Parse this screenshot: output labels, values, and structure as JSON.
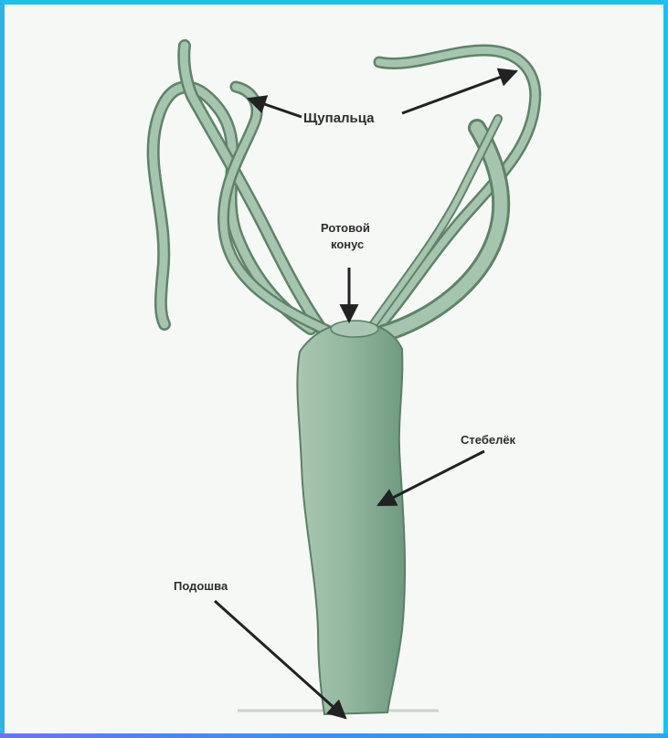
{
  "labels": {
    "tentacles": "Щупальца",
    "mouth_cone_line1": "Ротовой",
    "mouth_cone_line2": "конус",
    "stalk": "Стебелёк",
    "sole": "Подошва"
  },
  "colors": {
    "border": "#1ec0ec",
    "border_bottom": "#4a8cf0",
    "background": "#f6f8f6",
    "body_fill": "#8fb39a",
    "body_shade": "#6e9a7d",
    "outline": "#5b7f66"
  }
}
